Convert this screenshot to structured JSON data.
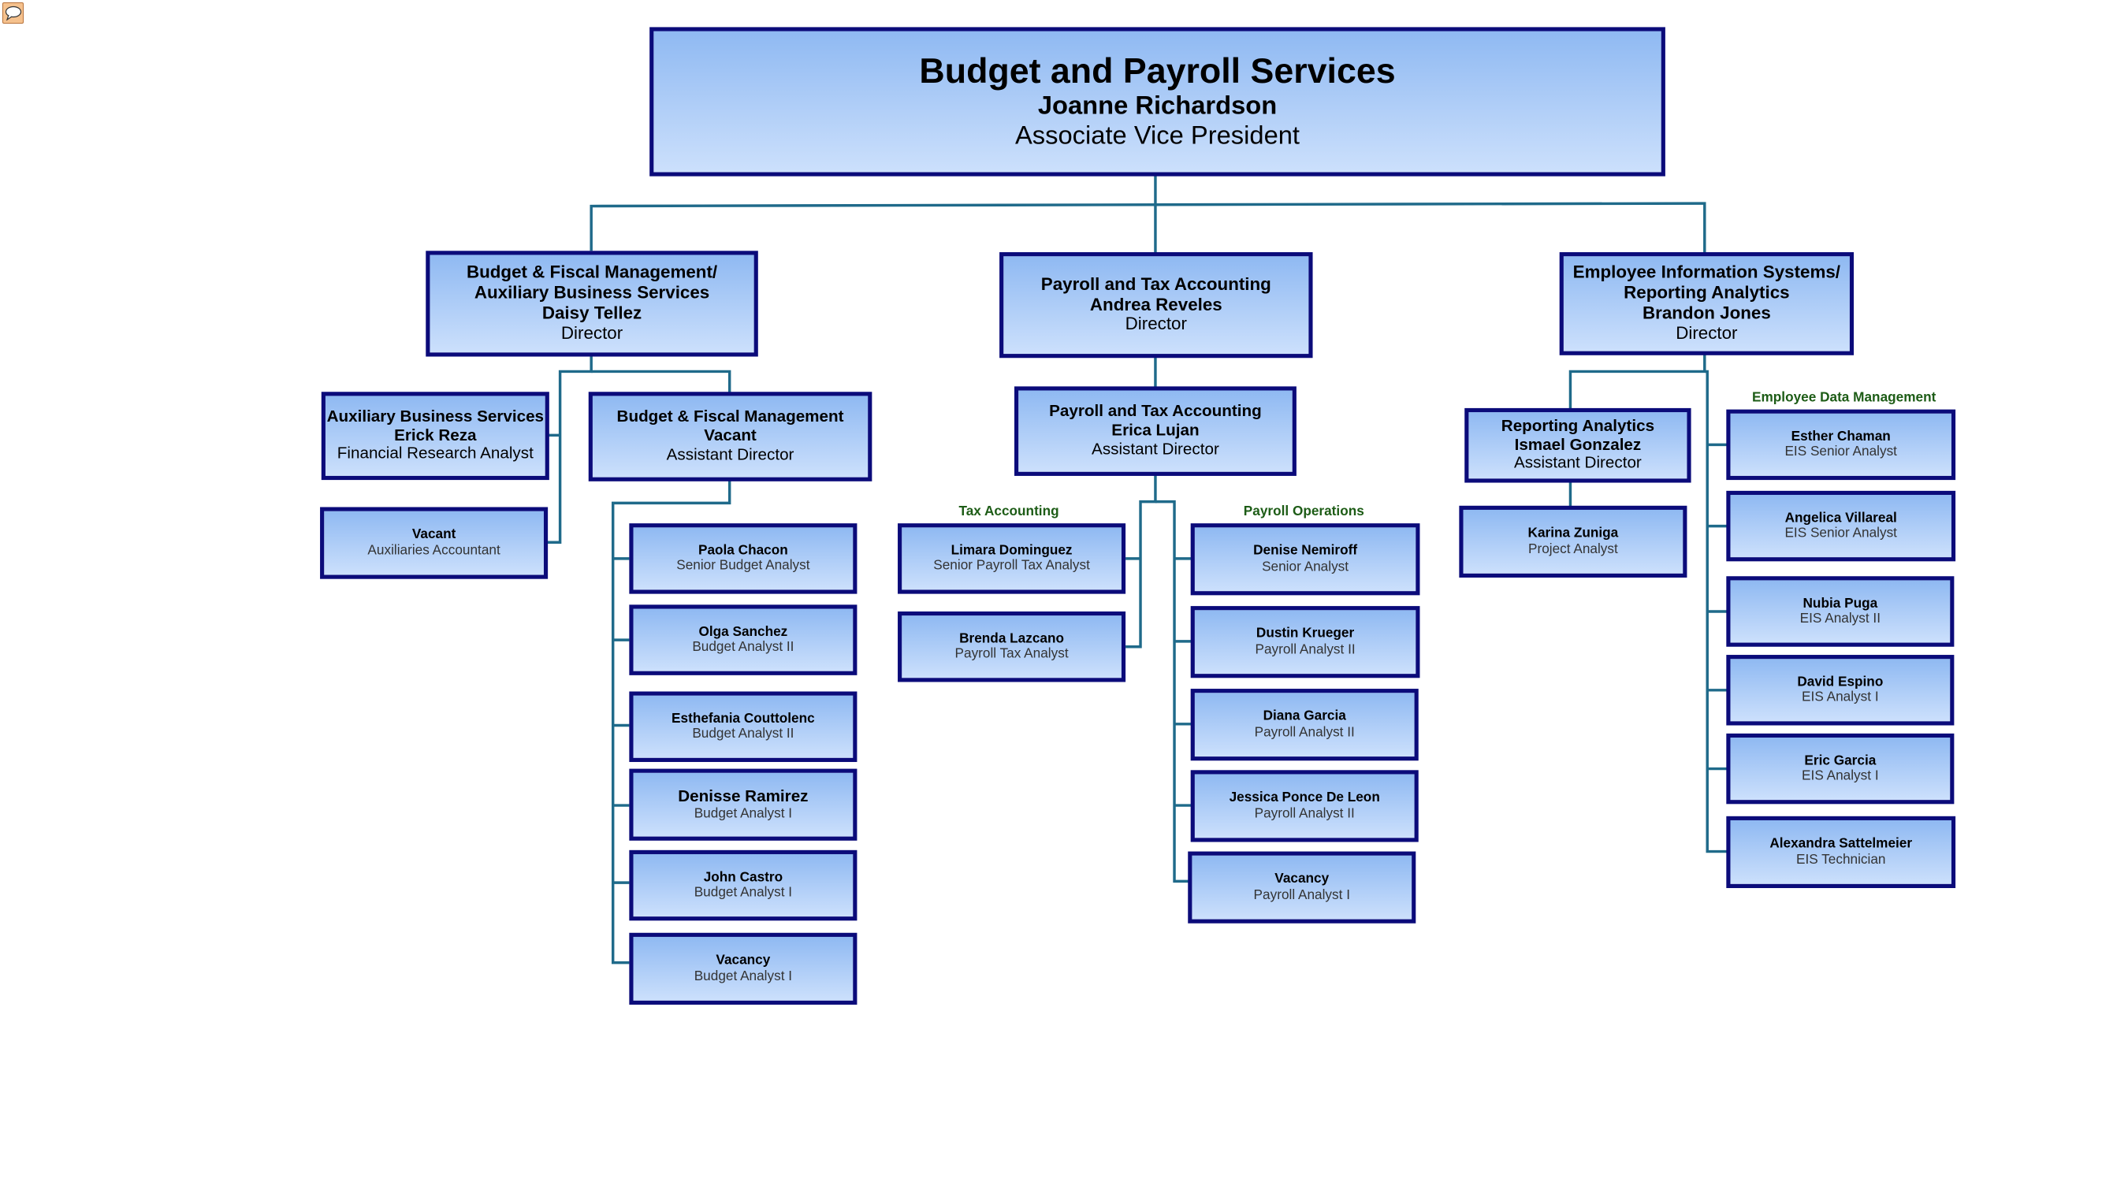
{
  "title": "Budget and Payroll Services",
  "head": {
    "name": "Joanne Richardson",
    "title": "Associate Vice President"
  },
  "colors": {
    "border": "#0b0b7a",
    "line": "#1f6a8a",
    "fill_top": "#8fb9f2",
    "fill_bottom": "#cce0fc",
    "group_label": "#1d5c16",
    "note": "#f5c18d"
  },
  "icons": {
    "comment": "speech-bubble-icon"
  },
  "groups": {
    "tax": "Tax Accounting",
    "payroll_ops": "Payroll Operations",
    "eis": "Employee Data Management"
  },
  "bfm": {
    "director": {
      "unit1": "Budget & Fiscal Management/",
      "unit2": "Auxiliary Business Services",
      "name": "Daisy Tellez",
      "title": "Director"
    },
    "aux": {
      "unit": "Auxiliary Business Services",
      "name": "Erick Reza",
      "title": "Financial Research Analyst"
    },
    "aux_staff": [
      {
        "name": "Vacant",
        "title": "Auxiliaries Accountant"
      }
    ],
    "ad": {
      "unit": "Budget & Fiscal Management",
      "name": "Vacant",
      "title": "Assistant Director"
    },
    "staff": [
      {
        "name": "Paola Chacon",
        "title": "Senior Budget Analyst"
      },
      {
        "name": "Olga Sanchez",
        "title": "Budget Analyst II"
      },
      {
        "name": "Esthefania Couttolenc",
        "title": "Budget Analyst II"
      },
      {
        "name": "Denisse Ramirez",
        "title": "Budget Analyst I"
      },
      {
        "name": "John Castro",
        "title": "Budget Analyst I"
      },
      {
        "name": "Vacancy",
        "title": "Budget Analyst I"
      }
    ]
  },
  "pay": {
    "director": {
      "unit": "Payroll and Tax Accounting",
      "name": "Andrea Reveles",
      "title": "Director"
    },
    "ad": {
      "unit": "Payroll and Tax Accounting",
      "name": "Erica Lujan",
      "title": "Assistant Director"
    },
    "tax": [
      {
        "name": "Limara Dominguez",
        "title": "Senior Payroll Tax Analyst"
      },
      {
        "name": "Brenda Lazcano",
        "title": "Payroll Tax Analyst"
      }
    ],
    "ops": [
      {
        "name": "Denise Nemiroff",
        "title": "Senior Analyst"
      },
      {
        "name": "Dustin Krueger",
        "title": "Payroll Analyst II"
      },
      {
        "name": "Diana Garcia",
        "title": "Payroll Analyst II"
      },
      {
        "name": "Jessica Ponce De Leon",
        "title": "Payroll Analyst II"
      },
      {
        "name": "Vacancy",
        "title": "Payroll Analyst I"
      }
    ]
  },
  "eis": {
    "director": {
      "unit1": "Employee Information Systems/",
      "unit2": "Reporting Analytics",
      "name": "Brandon Jones",
      "title": "Director"
    },
    "ra": {
      "unit": "Reporting Analytics",
      "name": "Ismael Gonzalez",
      "title": "Assistant Director"
    },
    "ra_staff": [
      {
        "name": "Karina Zuniga",
        "title": "Project Analyst"
      }
    ],
    "staff": [
      {
        "name": "Esther Chaman",
        "title": "EIS Senior Analyst"
      },
      {
        "name": "Angelica Villareal",
        "title": "EIS Senior Analyst"
      },
      {
        "name": "Nubia Puga",
        "title": "EIS Analyst II"
      },
      {
        "name": "David Espino",
        "title": "EIS Analyst I"
      },
      {
        "name": "Eric Garcia",
        "title": "EIS Analyst I"
      },
      {
        "name": "Alexandra Sattelmeier",
        "title": "EIS Technician"
      }
    ]
  }
}
